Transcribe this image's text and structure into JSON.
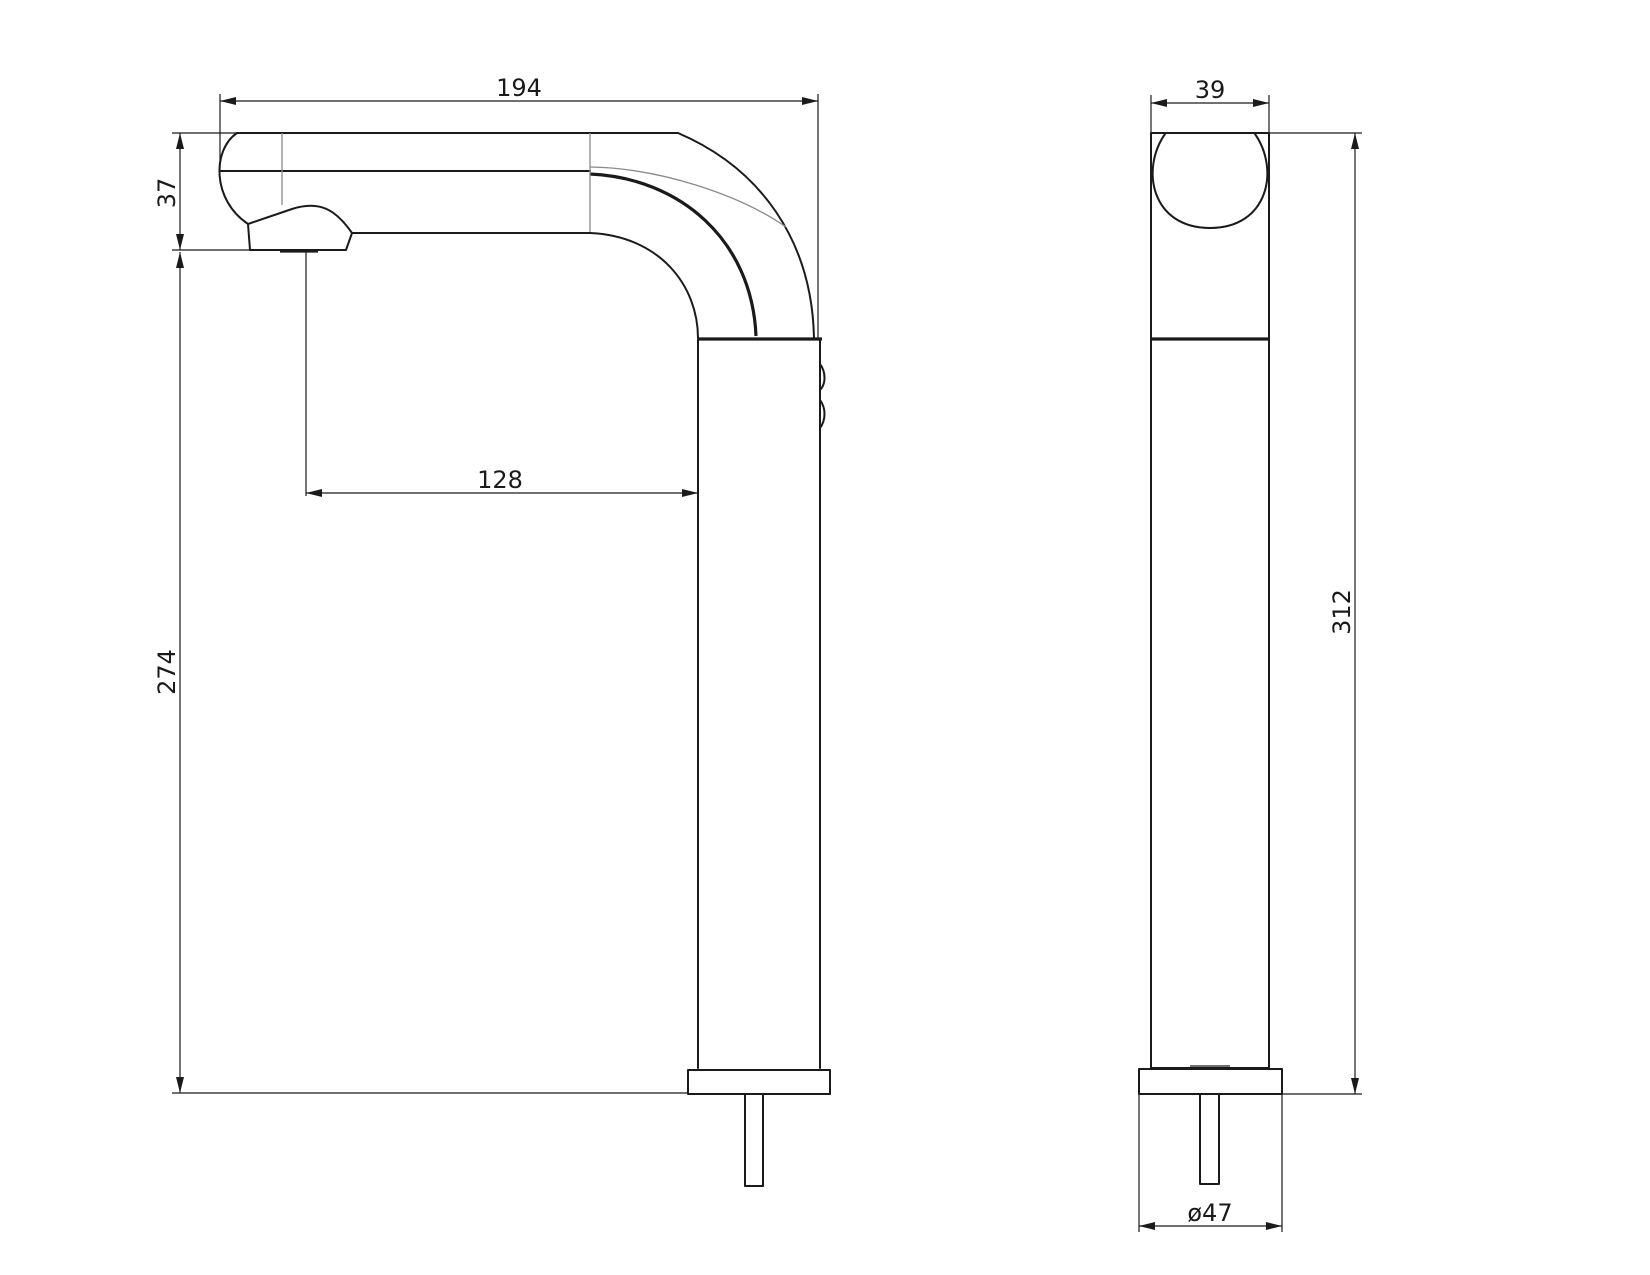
{
  "drawing": {
    "line_color": "#1a1a1a",
    "background": "#ffffff"
  },
  "dimensions": {
    "overall_length": "194",
    "spout_height": "37",
    "outlet_height": "274",
    "spout_reach": "128",
    "side_depth": "39",
    "total_height": "312",
    "base_diameter": "ø47"
  }
}
